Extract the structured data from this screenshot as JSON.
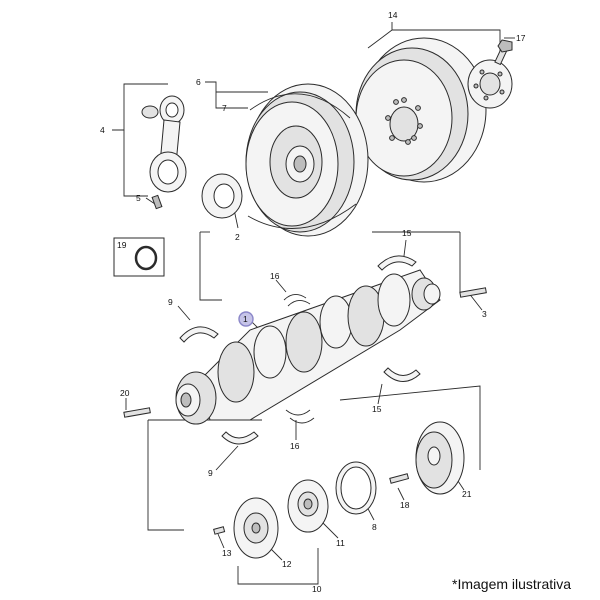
{
  "labels": {
    "p1": "1",
    "p2": "2",
    "p3": "3",
    "p4": "4",
    "p5": "5",
    "p6": "6",
    "p7": "7",
    "p8": "8",
    "p9a": "9",
    "p9b": "9",
    "p10": "10",
    "p11": "11",
    "p12": "12",
    "p13": "13",
    "p14": "14",
    "p15a": "15",
    "p15b": "15",
    "p16a": "16",
    "p16b": "16",
    "p17": "17",
    "p18": "18",
    "p19": "19",
    "p20": "20",
    "p21": "21"
  },
  "caption": "*Imagem ilustrativa",
  "colors": {
    "line": "#2b2b2b",
    "highlight": "#8a86c8"
  }
}
